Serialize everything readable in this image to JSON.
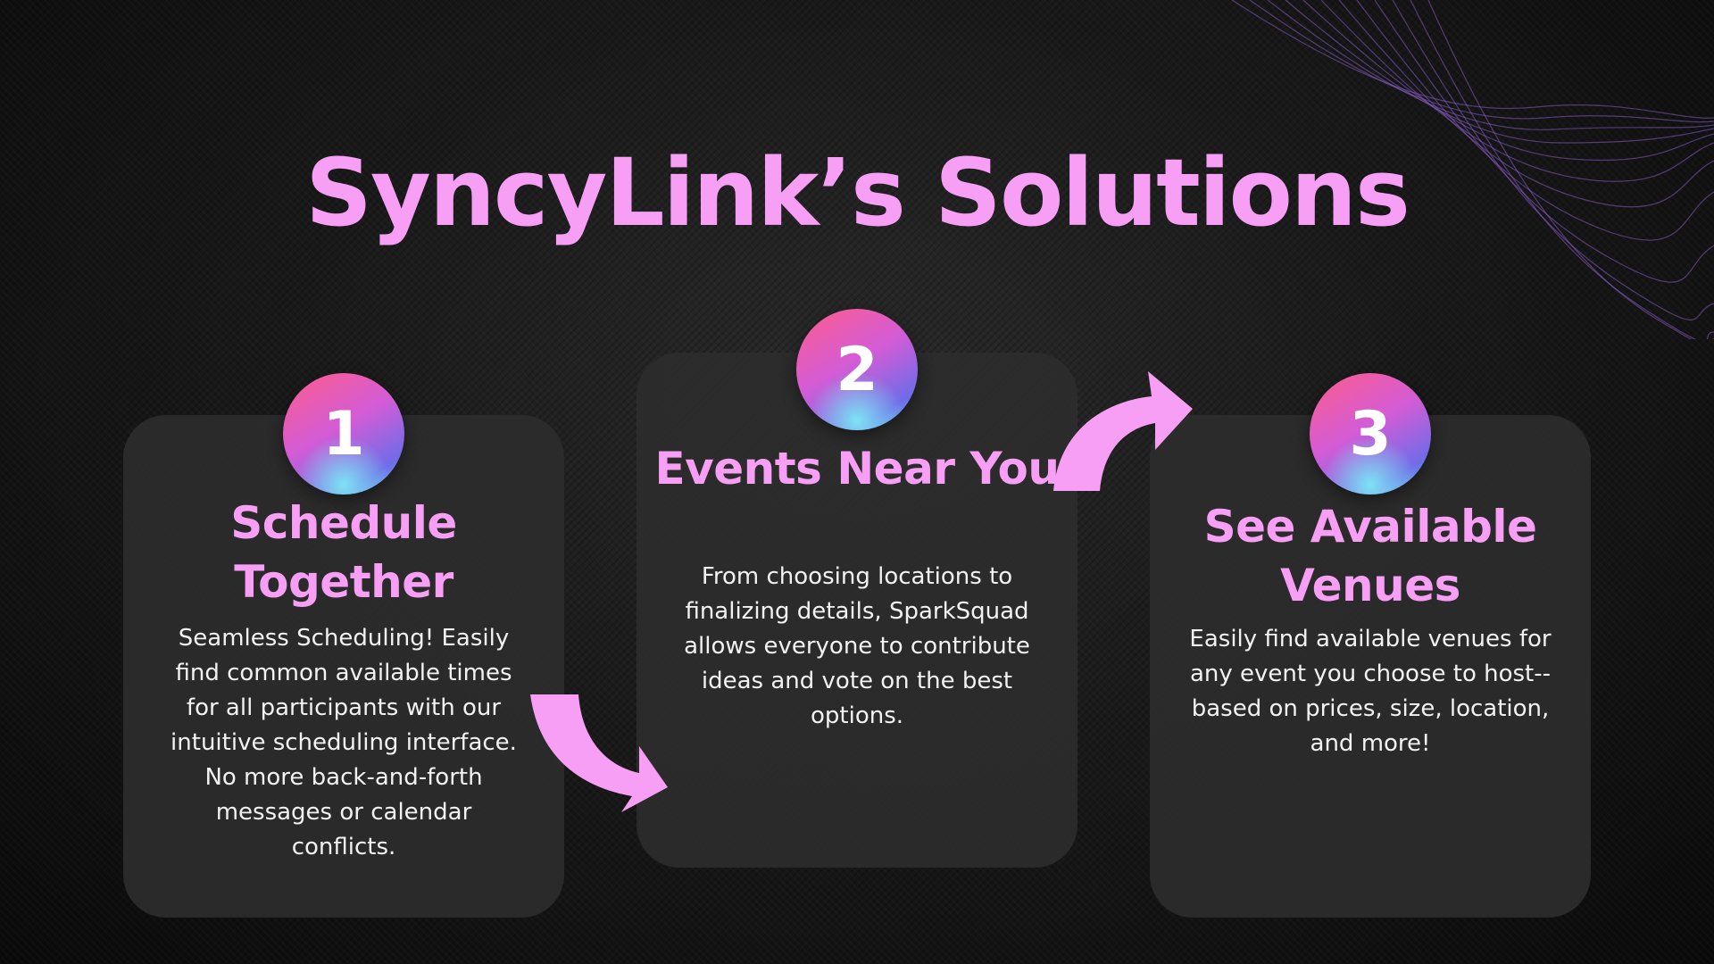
{
  "title": "SyncyLink’s Solutions",
  "colors": {
    "accent_pink": "#f79ef5",
    "card_bg": "#2c2c2c",
    "background": "#111111",
    "badge_gradient": [
      "#ff5c8a",
      "#d35cd6",
      "#6f6ce8",
      "#62c8f0"
    ]
  },
  "steps": [
    {
      "number": "1",
      "title": "Schedule Together",
      "description": "Seamless Scheduling! Easily find common available times for all participants with our intuitive scheduling interface. No more back-and-forth messages or calendar conflicts."
    },
    {
      "number": "2",
      "title": "Events Near You",
      "description": "From choosing locations to finalizing details, SparkSquad allows everyone to contribute ideas and vote on the best options."
    },
    {
      "number": "3",
      "title": "See Available Venues",
      "description": "Easily find available venues for any event you choose to host--based on prices, size, location, and more!"
    }
  ],
  "icons": {
    "arrow_1": "curved-arrow-down-right-icon",
    "arrow_2": "curved-arrow-up-right-icon"
  }
}
